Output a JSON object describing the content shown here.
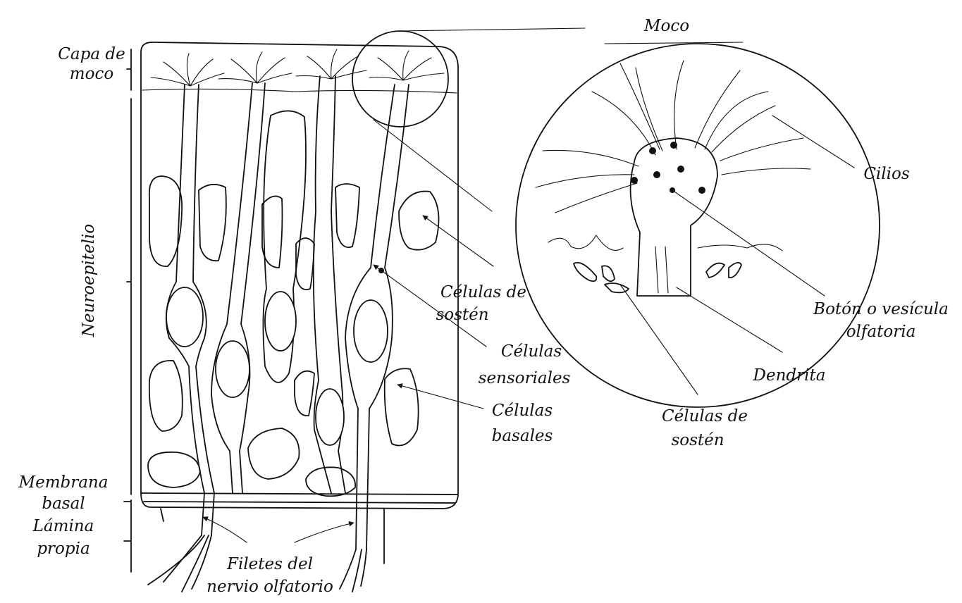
{
  "labels": {
    "capa_de_moco": [
      "Capa de",
      "moco"
    ],
    "neuroepitelio": "Neuroepitelio",
    "membrana_basal": [
      "Membrana",
      "basal"
    ],
    "lamina_propia": [
      "Lámina",
      "propia"
    ],
    "filetes": [
      "Filetes del",
      "nervio olfatorio"
    ],
    "celulas_sosten_left": [
      "Células de",
      "sostén"
    ],
    "celulas_sensoriales": [
      "Células",
      "sensoriales"
    ],
    "celulas_basales": [
      "Células",
      "basales"
    ],
    "moco": "Moco",
    "cilios": "Cilios",
    "boton": [
      "Botón o vesícula",
      "olfatoria"
    ],
    "dendrita": "Dendrita",
    "celulas_sosten_right": [
      "Células de",
      "sostén"
    ]
  },
  "colors": {
    "ink": "#111111",
    "background": "#ffffff"
  }
}
